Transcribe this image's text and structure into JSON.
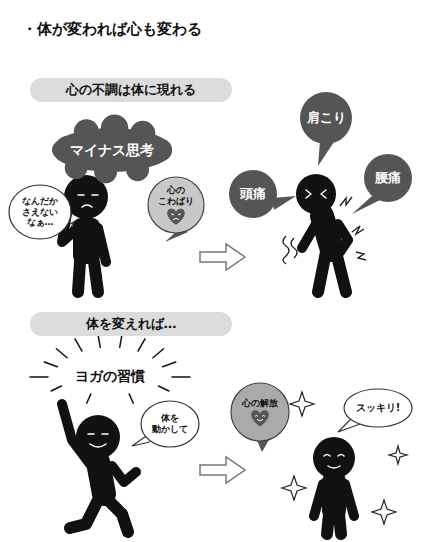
{
  "diagram": {
    "title": "・体が変われば心も変わる",
    "nodes": [
      {
        "text": [
          "心の不調は体に現れる"
        ]
      },
      {
        "text": [
          "マイナス思考"
        ]
      },
      {
        "text": [
          "なんだか さえない なぁ…"
        ]
      },
      {
        "text": [
          "心の こわばり"
        ]
      },
      {
        "text": [
          "頭痛"
        ]
      },
      {
        "text": [
          "肩こり"
        ]
      },
      {
        "text": [
          "腰痛"
        ]
      },
      {
        "text": [
          "体を変えれば…"
        ]
      },
      {
        "text": [
          "体を 動かして"
        ]
      },
      {
        "text": [
          "心の解放"
        ]
      },
      {
        "text": [
          "スッキリ!"
        ]
      }
    ],
    "labels": [
      "ヨガの習慣"
    ]
  }
}
